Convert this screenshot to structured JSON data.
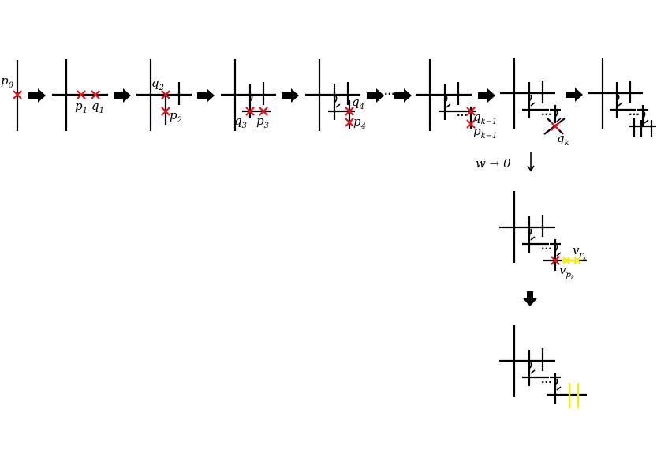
{
  "labels": {
    "p0": {
      "base": "p",
      "sub": "0"
    },
    "p1": {
      "base": "p",
      "sub": "1"
    },
    "q1": {
      "base": "q",
      "sub": "1"
    },
    "q2": {
      "base": "q",
      "sub": "2"
    },
    "p2": {
      "base": "p",
      "sub": "2"
    },
    "q3": {
      "base": "q",
      "sub": "3"
    },
    "p3": {
      "base": "p",
      "sub": "3"
    },
    "q4": {
      "base": "q",
      "sub": "4"
    },
    "p4": {
      "base": "p",
      "sub": "4"
    },
    "qk1": {
      "base": "q",
      "sub": "k−1"
    },
    "pk1": {
      "base": "p",
      "sub": "k−1"
    },
    "qk": {
      "base": "q",
      "sub": "k"
    },
    "vrk": {
      "base": "v",
      "sub": "r",
      "subsub": "k"
    },
    "vpk": {
      "base": "v",
      "sub": "p",
      "subsub": "k"
    }
  },
  "limit": {
    "text": "w → 0"
  },
  "ellipsis": "···",
  "colors": {
    "marker": "#e3121b",
    "highlight": "#f2ee10",
    "line": "#000000"
  }
}
